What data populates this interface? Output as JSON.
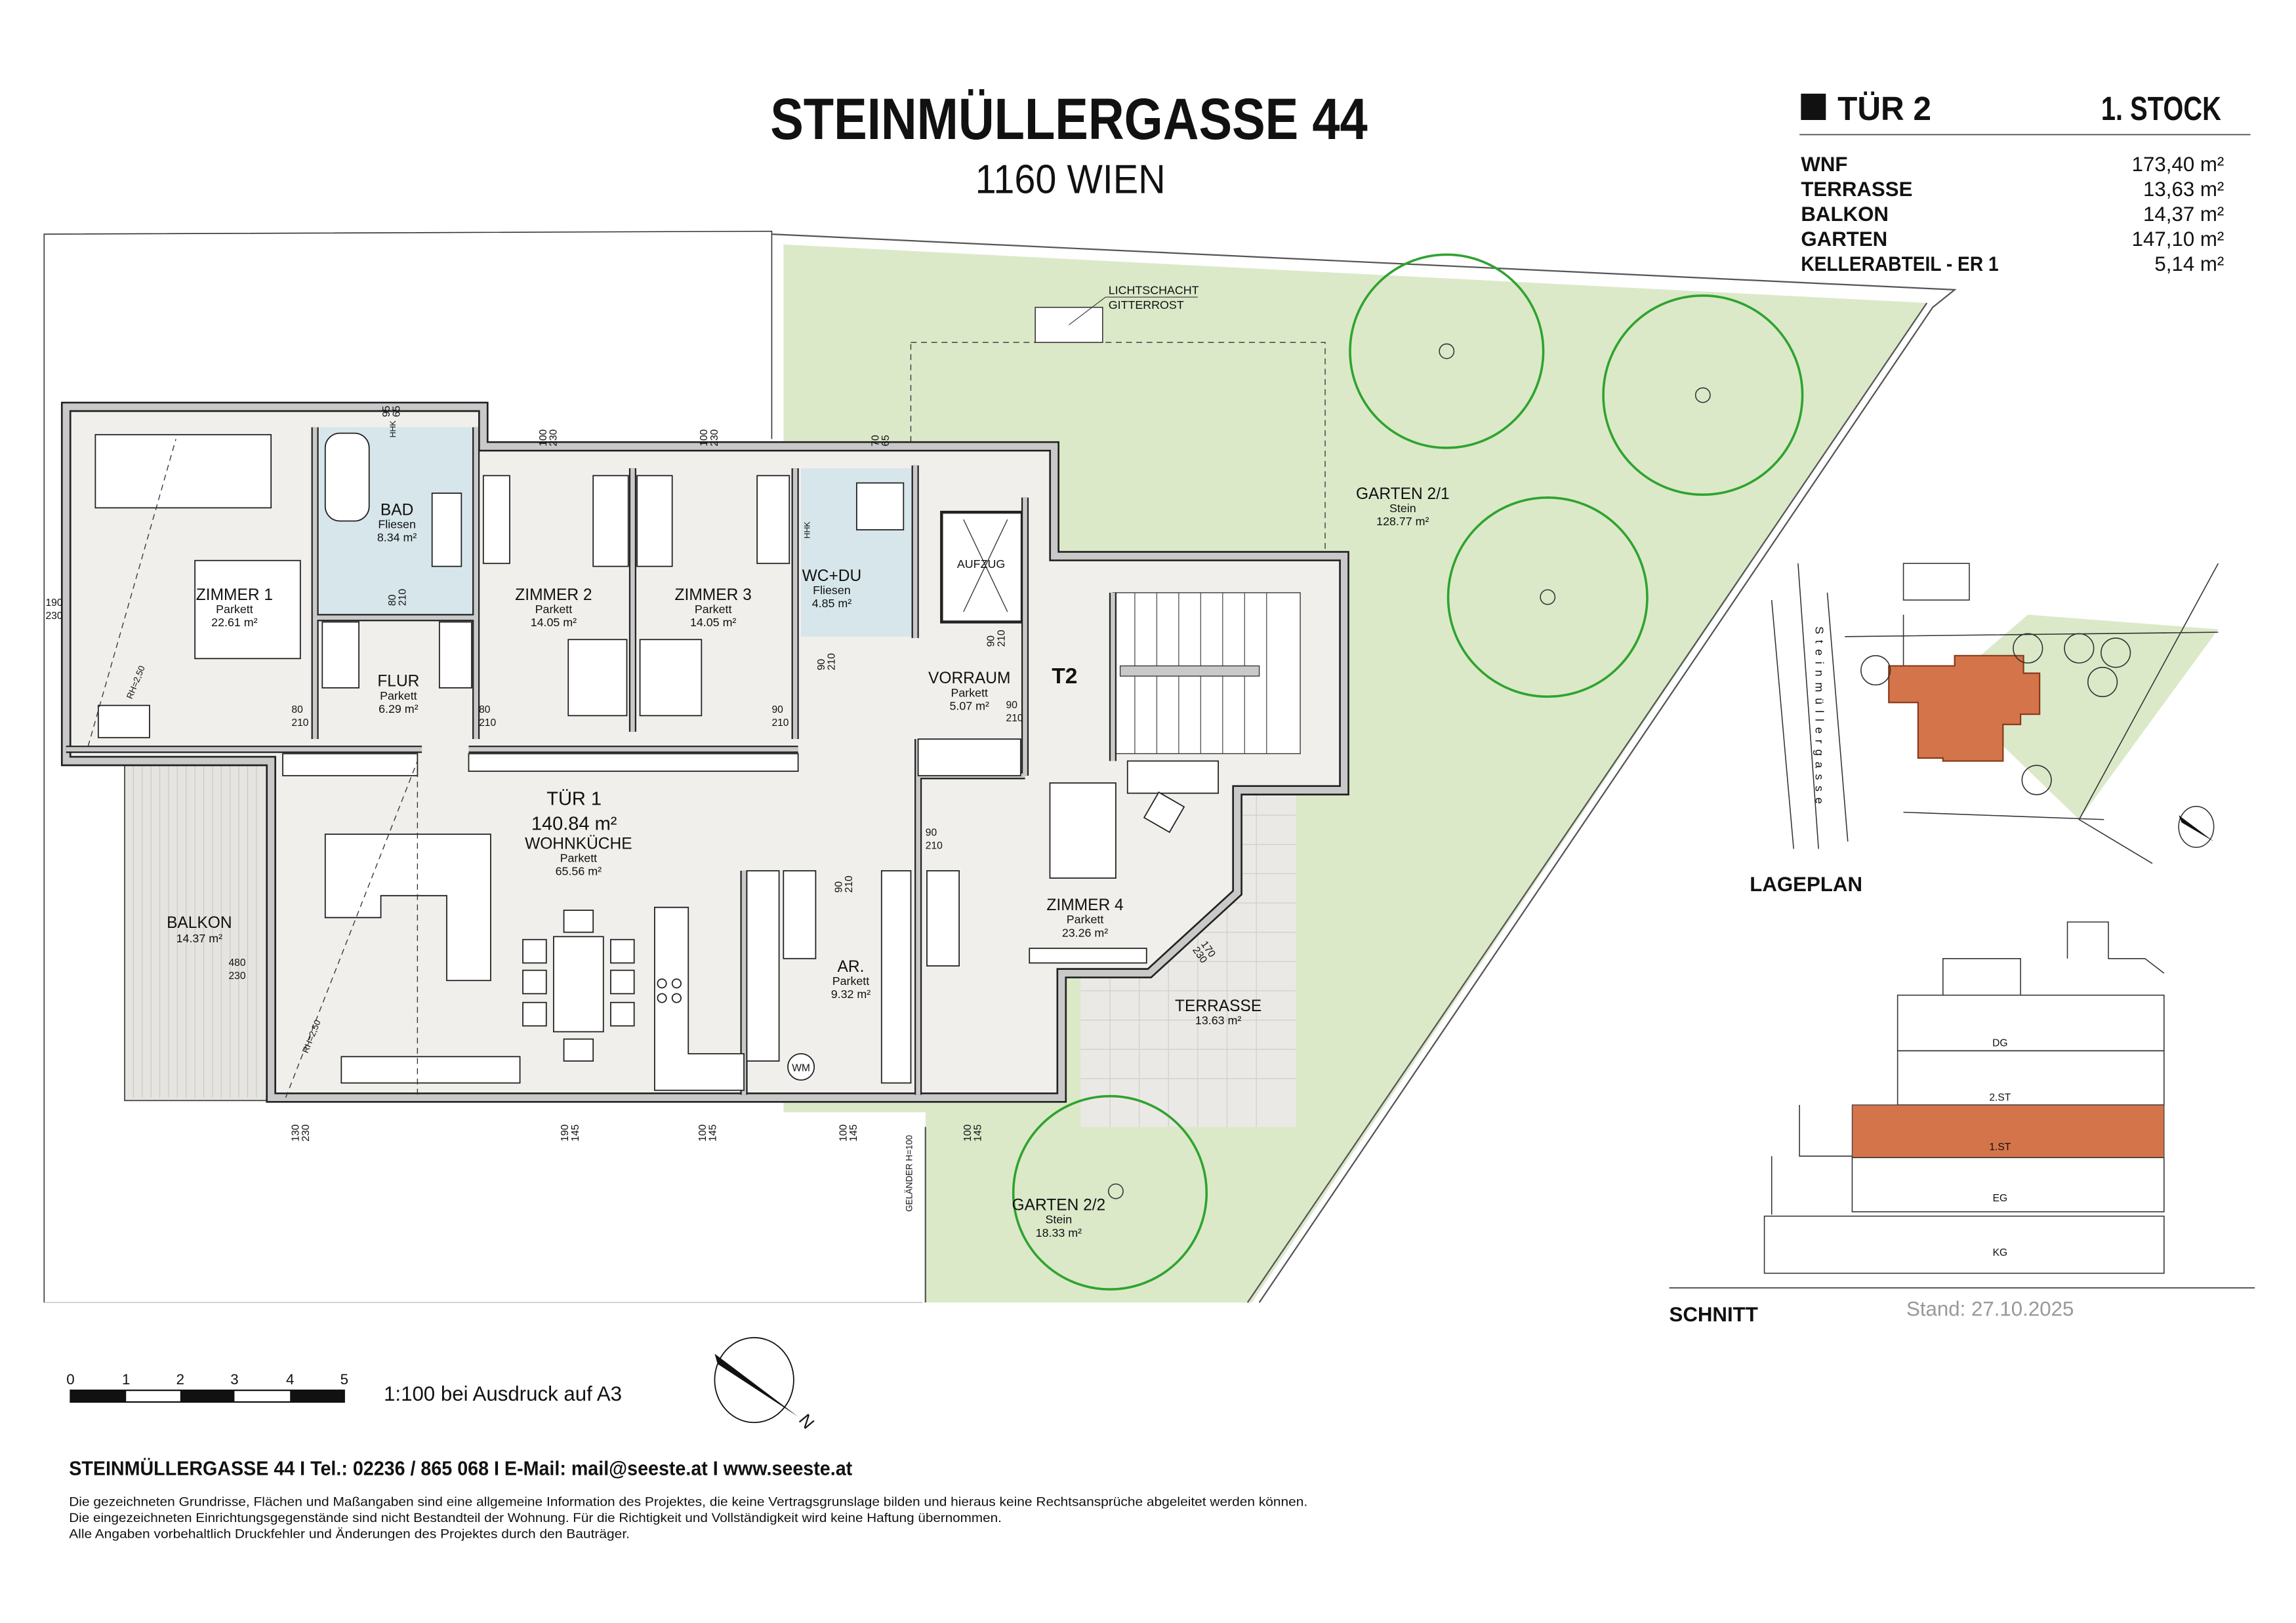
{
  "header": {
    "title": "STEINMÜLLERGASSE 44",
    "city": "1160 WIEN"
  },
  "unit": {
    "name": "TÜR 2",
    "floor": "1. STOCK",
    "areas": [
      {
        "label": "WNF",
        "value": "173,40 m²"
      },
      {
        "label": "TERRASSE",
        "value": "13,63 m²"
      },
      {
        "label": "BALKON",
        "value": "14,37 m²"
      },
      {
        "label": "GARTEN",
        "value": "147,10 m²"
      },
      {
        "label": "KELLERABTEIL - ER 1",
        "value": "5,14 m²"
      }
    ]
  },
  "plan": {
    "unit_title": "TÜR 1",
    "unit_total": "140.84 m²",
    "rooms": [
      {
        "name": "ZIMMER 1",
        "floor": "Parkett",
        "area": "22.61 m²"
      },
      {
        "name": "BAD",
        "floor": "Fliesen",
        "area": "8.34 m²"
      },
      {
        "name": "FLUR",
        "floor": "Parkett",
        "area": "6.29 m²"
      },
      {
        "name": "ZIMMER 2",
        "floor": "Parkett",
        "area": "14.05 m²"
      },
      {
        "name": "ZIMMER 3",
        "floor": "Parkett",
        "area": "14.05 m²"
      },
      {
        "name": "WC+DU",
        "floor": "Fliesen",
        "area": "4.85 m²"
      },
      {
        "name": "VORRAUM",
        "floor": "Parkett",
        "area": "5.07 m²"
      },
      {
        "name": "WOHNKÜCHE",
        "floor": "Parkett",
        "area": "65.56 m²"
      },
      {
        "name": "BALKON",
        "floor": "",
        "area": "14.37 m²"
      },
      {
        "name": "AR.",
        "floor": "Parkett",
        "area": "9.32 m²"
      },
      {
        "name": "ZIMMER 4",
        "floor": "Parkett",
        "area": "23.26 m²"
      },
      {
        "name": "TERRASSE",
        "floor": "",
        "area": "13.63 m²"
      },
      {
        "name": "GARTEN 2/1",
        "floor": "Stein",
        "area": "128.77 m²"
      },
      {
        "name": "GARTEN 2/2",
        "floor": "Stein",
        "area": "18.33 m²"
      }
    ],
    "dims": [
      {
        "a": "95",
        "b": "65"
      },
      {
        "a": "100",
        "b": "230"
      },
      {
        "a": "100",
        "b": "230"
      },
      {
        "a": "70",
        "b": "65"
      },
      {
        "a": "190",
        "b": "230"
      },
      {
        "a": "80",
        "b": "210"
      },
      {
        "a": "80",
        "b": "210"
      },
      {
        "a": "80",
        "b": "210"
      },
      {
        "a": "90",
        "b": "210"
      },
      {
        "a": "90",
        "b": "210"
      },
      {
        "a": "90",
        "b": "210"
      },
      {
        "a": "90",
        "b": "210"
      },
      {
        "a": "90",
        "b": "210"
      },
      {
        "a": "90",
        "b": "210"
      },
      {
        "a": "480",
        "b": "230"
      },
      {
        "a": "170",
        "b": "230"
      },
      {
        "a": "130",
        "b": "230"
      },
      {
        "a": "190",
        "b": "145"
      },
      {
        "a": "100",
        "b": "145"
      },
      {
        "a": "100",
        "b": "145"
      },
      {
        "a": "100",
        "b": "145"
      }
    ],
    "labels": {
      "lichtschacht": "LICHTSCHACHT",
      "gitterrost": "GITTERROST",
      "aufzug": "AUFZUG",
      "stair": "T2",
      "hhk": "HHK",
      "wm": "WM",
      "gelaender": "GELÄNDER H=100",
      "rh": "RH=2,50"
    }
  },
  "scale": {
    "ticks": [
      "0",
      "1",
      "2",
      "3",
      "4",
      "5"
    ],
    "note": "1:100 bei Ausdruck auf A3",
    "north": "N"
  },
  "site": {
    "street": "Steinmüllergasse",
    "title": "LAGEPLAN"
  },
  "section": {
    "floors": [
      "DG",
      "2.ST",
      "1.ST",
      "EG",
      "KG"
    ],
    "title": "SCHNITT",
    "date": "Stand: 27.10.2025"
  },
  "colors": {
    "garden": "#dbe9c9",
    "bath": "#d6e6ea",
    "floor": "#f1efeb",
    "highlight": "#d4744a",
    "tree": "#2fa32f"
  },
  "footer": {
    "contact": "STEINMÜLLERGASSE 44 I Tel.: 02236 / 865 068 I E-Mail: mail@seeste.at I www.seeste.at",
    "disclaimer": [
      "Die gezeichneten Grundrisse, Flächen und Maßangaben sind eine allgemeine Information des Projektes, die keine Vertragsgrunslage bilden und hieraus keine Rechtsansprüche abgeleitet werden können.",
      "Die eingezeichneten Einrichtungsgegenstände sind nicht Bestandteil der Wohnung. Für die Richtigkeit und Vollständigkeit wird keine Haftung übernommen.",
      "Alle Angaben vorbehaltlich Druckfehler und Änderungen des Projektes durch den Bauträger."
    ]
  }
}
